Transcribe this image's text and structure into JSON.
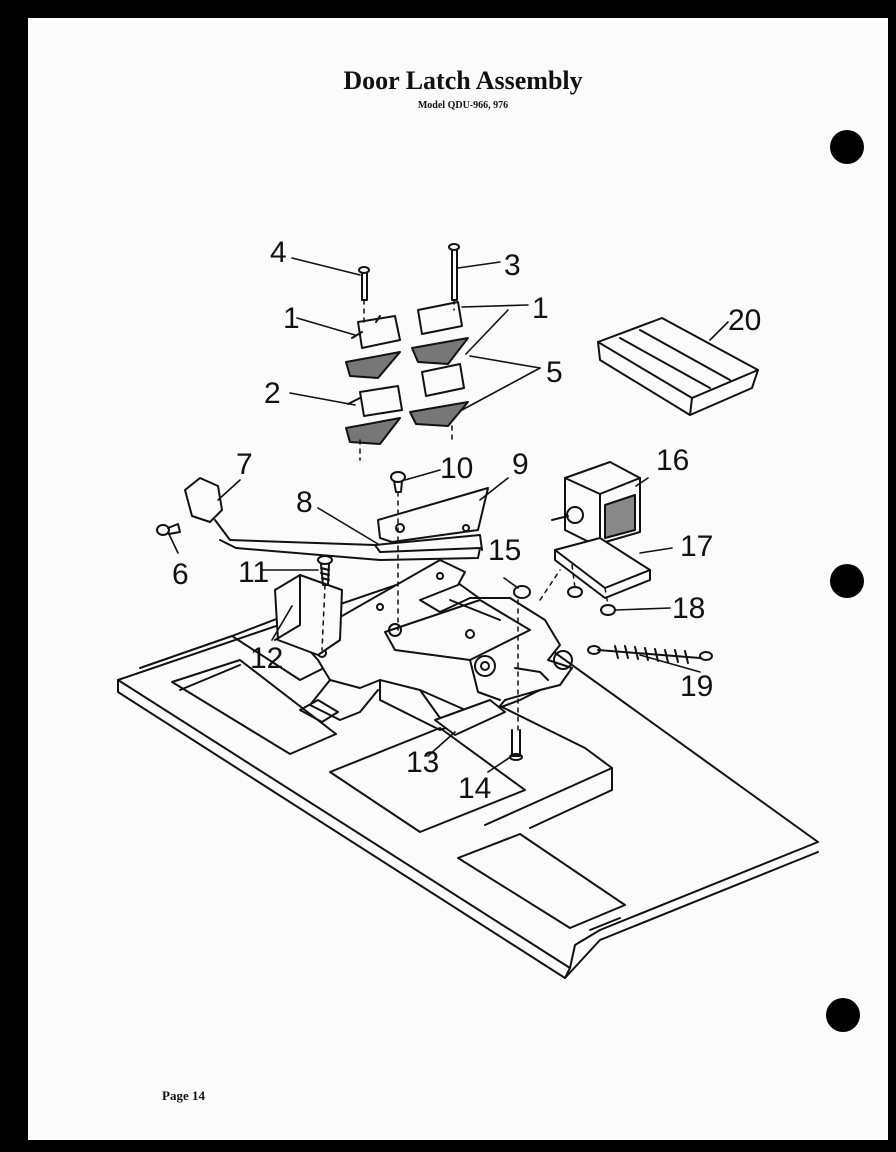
{
  "header": {
    "title": "Door Latch Assembly",
    "subtitle": "Model QDU-966, 976"
  },
  "footer": {
    "page_label": "Page 14"
  },
  "colors": {
    "ink": "#111111",
    "paper": "#fbfbfb",
    "background": "#000000"
  },
  "callouts": [
    {
      "id": "c1a",
      "label": "1"
    },
    {
      "id": "c1b",
      "label": "1"
    },
    {
      "id": "c2",
      "label": "2"
    },
    {
      "id": "c3",
      "label": "3"
    },
    {
      "id": "c4",
      "label": "4"
    },
    {
      "id": "c5",
      "label": "5"
    },
    {
      "id": "c6",
      "label": "6"
    },
    {
      "id": "c7",
      "label": "7"
    },
    {
      "id": "c8",
      "label": "8"
    },
    {
      "id": "c9",
      "label": "9"
    },
    {
      "id": "c10",
      "label": "10"
    },
    {
      "id": "c11",
      "label": "11"
    },
    {
      "id": "c12",
      "label": "12"
    },
    {
      "id": "c13",
      "label": "13"
    },
    {
      "id": "c14",
      "label": "14"
    },
    {
      "id": "c15",
      "label": "15"
    },
    {
      "id": "c16",
      "label": "16"
    },
    {
      "id": "c17",
      "label": "17"
    },
    {
      "id": "c18",
      "label": "18"
    },
    {
      "id": "c19",
      "label": "19"
    },
    {
      "id": "c20",
      "label": "20"
    }
  ]
}
